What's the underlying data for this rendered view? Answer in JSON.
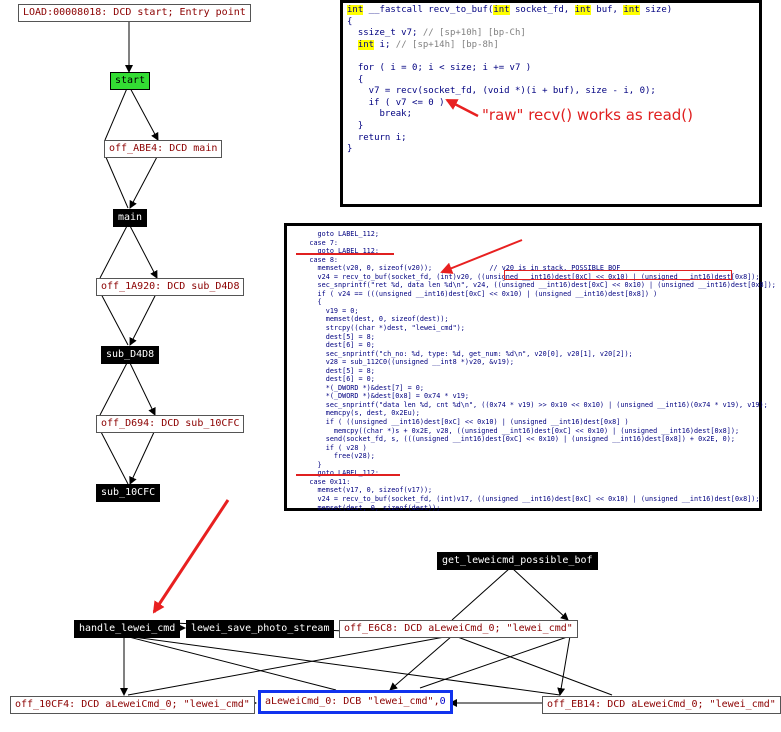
{
  "graph": {
    "load": "LOAD:00008018: DCD start; Entry point",
    "start": "start",
    "off_abe4": "off_ABE4: DCD main",
    "main": "main",
    "off_1a920": "off_1A920: DCD sub_D4D8",
    "sub_d4d8": "sub_D4D8",
    "off_d694": "off_D694: DCD sub_10CFC",
    "sub_10cfc": "sub_10CFC",
    "get_lewei": "get_leweicmd_possible_bof",
    "handle": "handle_lewei_cmd",
    "save_photo": "lewei_save_photo_stream",
    "off_e6c8": "off_E6C8: DCD aLeweiCmd_0; \"lewei_cmd\"",
    "off_10cf4": "off_10CF4: DCD aLeweiCmd_0; \"lewei_cmd\"",
    "selected_label": "aLeweiCmd_0: DCB \"lewei_cmd\",",
    "selected_value": "0",
    "off_eb14": "off_EB14: DCD aLeweiCmd_0; \"lewei_cmd\""
  },
  "panel1": {
    "sig_int": "int",
    "sig_mid": " __fastcall recv_to_buf(",
    "sig_int2": "int",
    "sig_mid2": " socket_fd, ",
    "sig_int3": "int",
    "sig_mid3": " buf, ",
    "sig_int4": "int",
    "sig_end": " size)",
    "l2": "{",
    "l3a": "  ssize_t v7; ",
    "l3c": "// [sp+10h] [bp-Ch]",
    "l4int": "int",
    "l4a": " i; ",
    "l4c": "// [sp+14h] [bp-8h]",
    "l5": "",
    "l6": "  for ( i = 0; i < size; i += v7 )",
    "l7": "  {",
    "l8": "    v7 = recv(socket_fd, (void *)(i + buf), size - i, 0);",
    "l9": "    if ( v7 <= 0 )",
    "l10": "      break;",
    "l11": "  }",
    "l12": "  return i;",
    "l13": "}",
    "annotation": "\"raw\" recv() works as read()"
  },
  "panel2": {
    "lines": [
      "      goto LABEL_112;",
      "    case 7:",
      "      goto LABEL_112;",
      "    case 8:",
      "      memset(v20, 0, sizeof(v20));              // v20 is in stack, POSSIBLE BOF",
      "      v24 = recv_to_buf(socket_fd, (int)v20, ((unsigned __int16)dest[0xC] << 0x10) | (unsigned __int16)dest[0x8]);",
      "      sec_snprintf(\"ret %d, data len %d\\n\", v24, ((unsigned __int16)dest[0xC] << 0x10) | (unsigned __int16)dest[0x8]);",
      "      if ( v24 == (((unsigned __int16)dest[0xC] << 0x10) | (unsigned __int16)dest[0x8]) )",
      "      {",
      "        v19 = 0;",
      "        memset(dest, 0, sizeof(dest));",
      "        strcpy((char *)dest, \"lewei_cmd\");",
      "        dest[5] = 8;",
      "        dest[6] = 0;",
      "        sec_snprintf(\"ch_no: %d, type: %d, get_num: %d\\n\", v20[0], v20[1], v20[2]);",
      "        v28 = sub_112C0((unsigned __int8 *)v20, &v19);",
      "        dest[5] = 8;",
      "        dest[6] = 0;",
      "        *(_DWORD *)&dest[7] = 0;",
      "        *(_DWORD *)&dest[0x8] = 0x74 * v19;",
      "        sec_snprintf(\"data len %d, cnt %d\\n\", ((0x74 * v19) >> 0x10 << 0x10) | (unsigned __int16)(0x74 * v19), v19);",
      "        memcpy(s, dest, 0x2Eu);",
      "        if ( ((unsigned __int16)dest[0xC] << 0x10) | (unsigned __int16)dest[0x8] )",
      "          memcpy((char *)s + 0x2E, v28, ((unsigned __int16)dest[0xC] << 0x10) | (unsigned __int16)dest[0x8]);",
      "        send(socket_fd, s, (((unsigned __int16)dest[0xC] << 0x10) | (unsigned __int16)dest[0x8]) + 0x2E, 0);",
      "        if ( v28 )",
      "          free(v28);",
      "      }",
      "      goto LABEL_112;",
      "    case 0x11:",
      "      memset(v17, 0, sizeof(v17));",
      "      v24 = recv_to_buf(socket_fd, (int)v17, ((unsigned __int16)dest[0xC] << 0x10) | (unsigned __int16)dest[0x8]);",
      "      memset(dest, 0, sizeof(dest));"
    ]
  }
}
